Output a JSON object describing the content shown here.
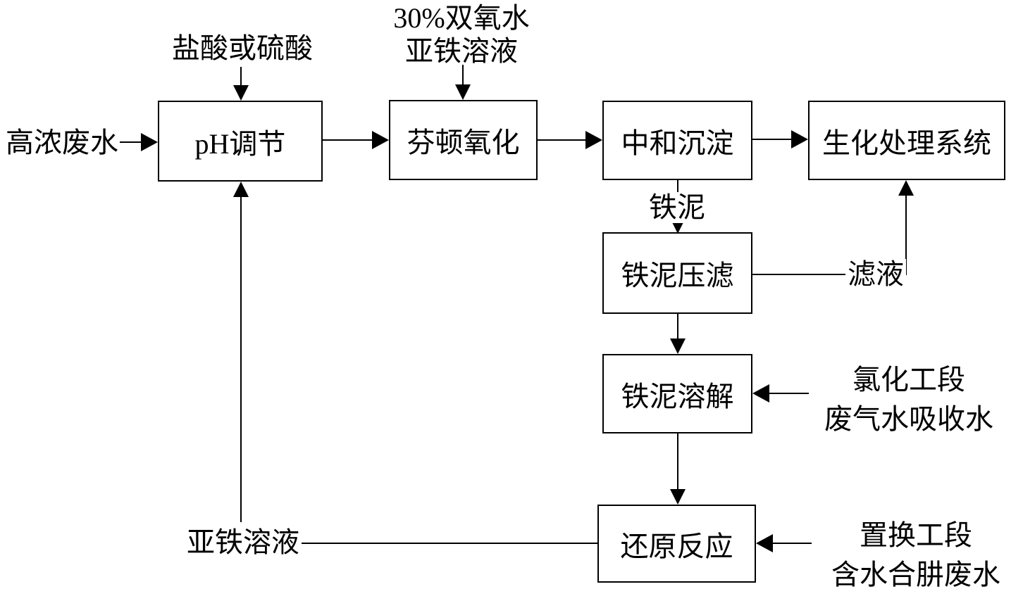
{
  "diagram": {
    "title_implicit": "废水处理工艺流程图",
    "background_color": "#ffffff",
    "line_color": "#000000",
    "nodes": [
      {
        "id": "ph",
        "label": "pH调节"
      },
      {
        "id": "fenton",
        "label": "芬顿氧化"
      },
      {
        "id": "neutralize",
        "label": "中和沉淀"
      },
      {
        "id": "biochem",
        "label": "生化处理系统"
      },
      {
        "id": "press",
        "label": "铁泥压滤"
      },
      {
        "id": "dissolve",
        "label": "铁泥溶解"
      },
      {
        "id": "reduction",
        "label": "还原反应"
      }
    ],
    "labels": {
      "influent": "高浓废水",
      "acid": "盐酸或硫酸",
      "peroxide_line1": "30%双氧水",
      "peroxide_line2": "亚铁溶液",
      "iron_mud": "铁泥",
      "filtrate": "滤液",
      "chlorination_line1": "氯化工段",
      "chlorination_line2": "废气水吸收水",
      "replacement_line1": "置换工段",
      "replacement_line2": "含水合肼废水",
      "ferrous_recycle": "亚铁溶液"
    },
    "edges": [
      {
        "from": "高浓废水",
        "to": "pH调节"
      },
      {
        "from": "盐酸或硫酸",
        "to": "pH调节"
      },
      {
        "from": "30%双氧水 亚铁溶液",
        "to": "芬顿氧化"
      },
      {
        "from": "pH调节",
        "to": "芬顿氧化"
      },
      {
        "from": "芬顿氧化",
        "to": "中和沉淀"
      },
      {
        "from": "中和沉淀",
        "to": "生化处理系统"
      },
      {
        "from": "中和沉淀",
        "to": "铁泥压滤",
        "label": "铁泥"
      },
      {
        "from": "铁泥压滤",
        "to": "生化处理系统",
        "label": "滤液"
      },
      {
        "from": "铁泥压滤",
        "to": "铁泥溶解"
      },
      {
        "from": "氯化工段 废气水吸收水",
        "to": "铁泥溶解"
      },
      {
        "from": "铁泥溶解",
        "to": "还原反应"
      },
      {
        "from": "置换工段 含水合肼废水",
        "to": "还原反应"
      },
      {
        "from": "还原反应",
        "to": "pH调节",
        "label": "亚铁溶液"
      }
    ]
  }
}
